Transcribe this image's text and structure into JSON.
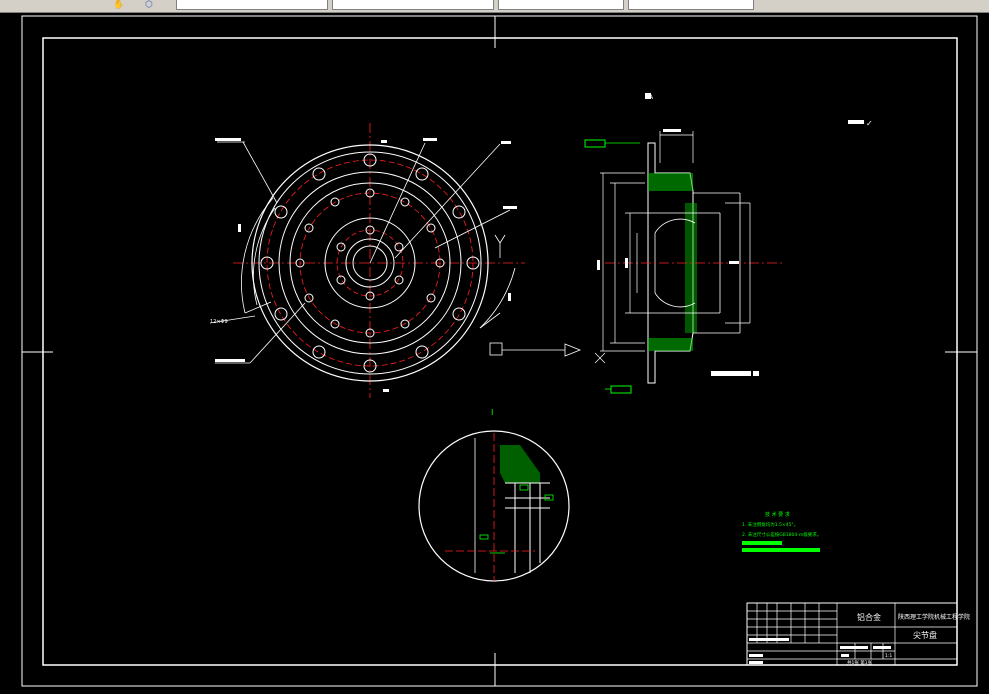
{
  "toolbar": {
    "icons": [
      "pan-icon",
      "shield-icon"
    ],
    "combo_count": 4
  },
  "drawing": {
    "section_marker_top": "A",
    "view_label": "I",
    "surface_finish_symbol": "✓",
    "hole_pattern_note": "12×Φ9",
    "detail_label": "I",
    "tech_requirements_title": "技 术 要 求",
    "tech_req_1": "1. 未注倒角均为1.5×45°。",
    "tech_req_2": "2. 未注尺寸公差按GB1804-m级要求。"
  },
  "title_block": {
    "material": "铝合金",
    "school": "陕西理工学院机械工程学院",
    "part_name": "尖节盘",
    "scale": "1:1",
    "sheet": "共1张 第1张"
  },
  "colors": {
    "line_white": "#ffffff",
    "center_red": "#ff2020",
    "dim_green": "#00ff00",
    "hatch_green": "#00c000",
    "background": "#000000"
  }
}
